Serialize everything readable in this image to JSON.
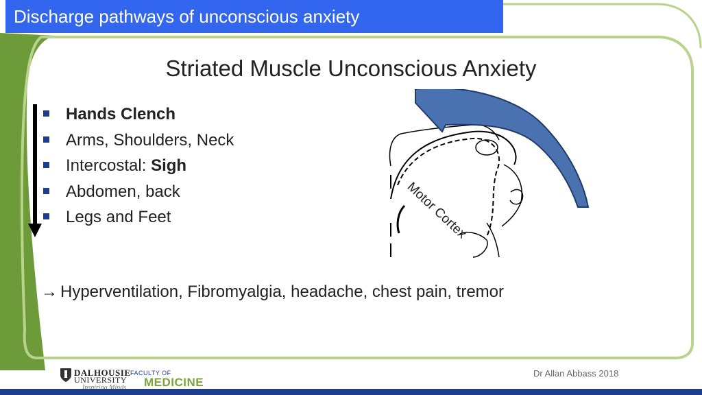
{
  "header": {
    "title": "Discharge pathways of unconscious anxiety"
  },
  "slide": {
    "title": "Striated Muscle Unconscious Anxiety",
    "bullets": [
      {
        "text": "Hands Clench"
      },
      {
        "text": "Arms, Shoulders, Neck"
      },
      {
        "text": "Intercostal: ",
        "bold": "Sigh"
      },
      {
        "text": "Abdomen, back"
      },
      {
        "text": "Legs and Feet"
      }
    ],
    "illustration_label": "Motor Cortex",
    "conclusion_arrow": "→",
    "conclusion": "Hyperventilation, Fibromyalgia, headache, chest pain, tremor"
  },
  "footer": {
    "credit": "Dr Allan Abbass 2018",
    "university_line1": "DALHOUSIE",
    "university_line2": "UNIVERSITY",
    "university_motto": "Inspiring Minds",
    "faculty_line1": "FACULTY OF",
    "faculty_line2": "MEDICINE"
  },
  "colors": {
    "header": "#3366ee",
    "green_frame": "#8ab84a",
    "bullet": "#1d3d8f",
    "arrow": "#4a72b0",
    "stripe": "#1d3d8f"
  }
}
